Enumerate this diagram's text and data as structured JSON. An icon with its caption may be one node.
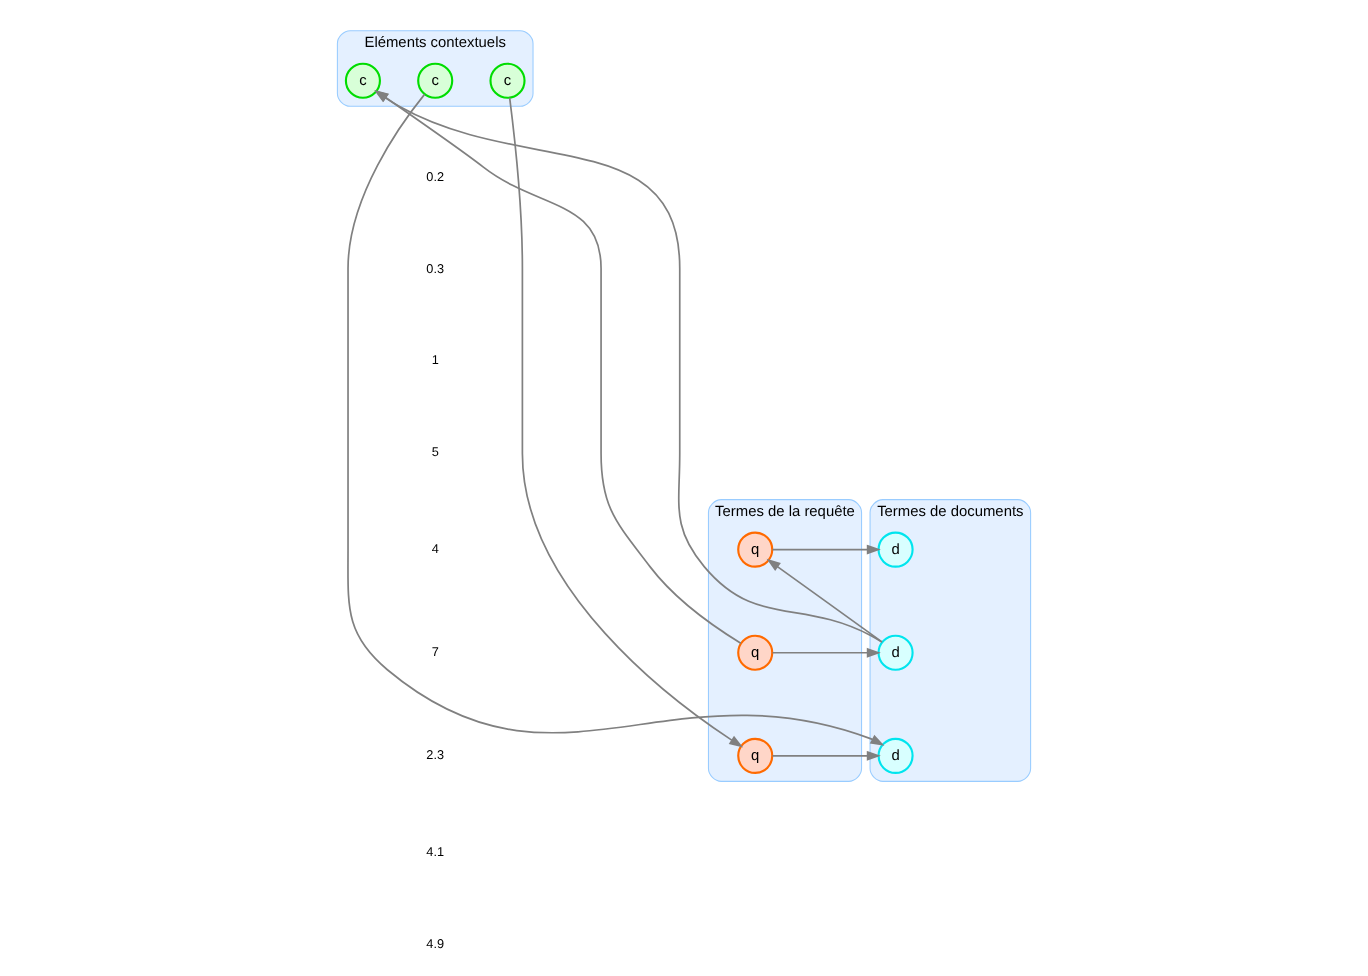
{
  "diagram": {
    "nodes": [
      {
        "text": [
          "Eléments contextuels"
        ]
      },
      {
        "text": [
          "c"
        ],
        "in": 0
      },
      {
        "text": [
          "c"
        ],
        "in": 0
      },
      {
        "text": [
          "c"
        ],
        "in": 0
      },
      {
        "text": [
          "Termes de la requête"
        ]
      },
      {
        "text": [
          "q"
        ],
        "in": 4
      },
      {
        "text": [
          "q"
        ],
        "in": 4
      },
      {
        "text": [
          "q"
        ],
        "in": 4
      },
      {
        "text": [
          "Termes de documents"
        ]
      },
      {
        "text": [
          "d"
        ],
        "in": 8
      },
      {
        "text": [
          "d"
        ],
        "in": 8
      },
      {
        "text": [
          "d"
        ],
        "in": 8
      }
    ],
    "edges": [
      {
        "from": 6,
        "to": 1,
        "arrow": "to"
      },
      {
        "from": 10,
        "to": 1,
        "arrow": "to"
      },
      {
        "from": 2,
        "to": 11,
        "arrow": "to"
      },
      {
        "from": 3,
        "to": 7,
        "arrow": "to"
      },
      {
        "from": 5,
        "to": 9,
        "arrow": "to"
      },
      {
        "from": 10,
        "to": 5,
        "arrow": "to"
      },
      {
        "from": 6,
        "to": 10,
        "arrow": "to"
      },
      {
        "from": 7,
        "to": 11,
        "arrow": "to"
      }
    ],
    "labels": [
      "0.2",
      "0.3",
      "1",
      "5",
      "4",
      "7",
      "2.3",
      "4.1",
      "4.9"
    ]
  }
}
